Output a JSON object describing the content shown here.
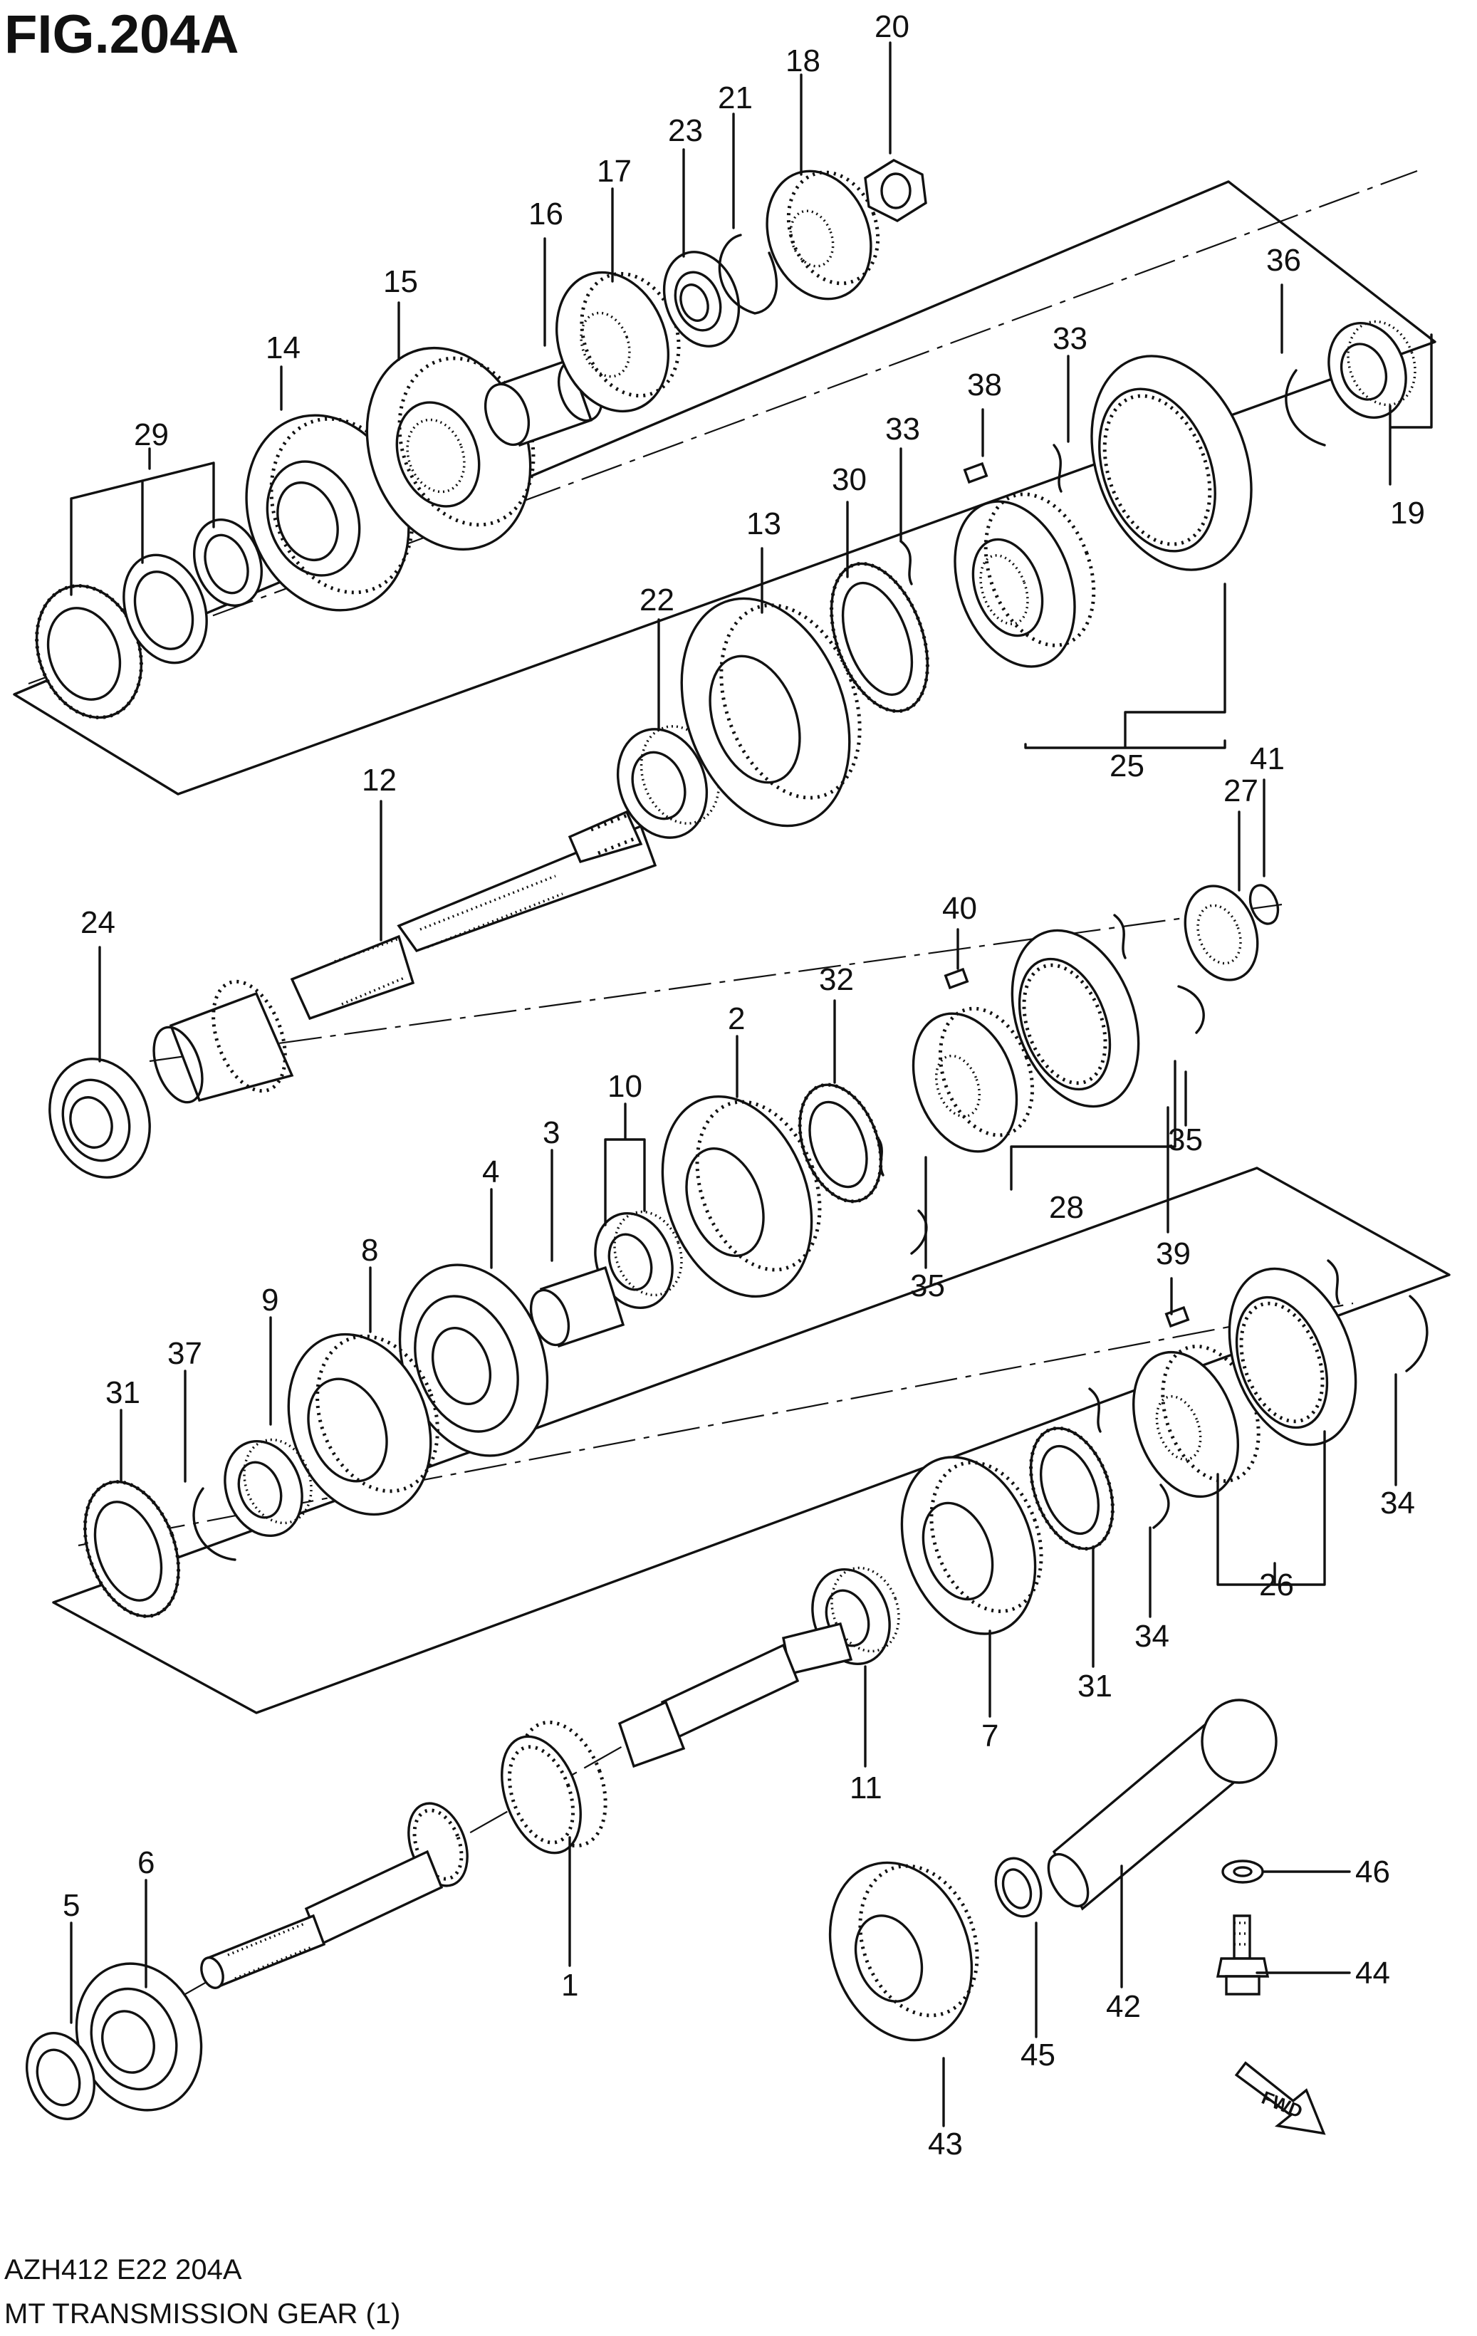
{
  "figure": {
    "title": "FIG.204A",
    "code": "AZH412 E22 204A",
    "caption": "MT TRANSMISSION GEAR (1)",
    "direction_arrow": "FWD"
  },
  "labels": {
    "p1": "1",
    "p2": "2",
    "p3": "3",
    "p4": "4",
    "p5": "5",
    "p6": "6",
    "p7": "7",
    "p8": "8",
    "p9": "9",
    "p10": "10",
    "p11": "11",
    "p12": "12",
    "p13": "13",
    "p14": "14",
    "p15": "15",
    "p16": "16",
    "p17": "17",
    "p18": "18",
    "p19": "19",
    "p20": "20",
    "p21": "21",
    "p22": "22",
    "p23": "23",
    "p24": "24",
    "p25": "25",
    "p26": "26",
    "p27": "27",
    "p28": "28",
    "p29": "29",
    "p30": "30",
    "p31": "31",
    "p31b": "31",
    "p32": "32",
    "p33": "33",
    "p33b": "33",
    "p34": "34",
    "p34b": "34",
    "p35": "35",
    "p35b": "35",
    "p36": "36",
    "p37": "37",
    "p38": "38",
    "p39": "39",
    "p40": "40",
    "p41": "41",
    "p42": "42",
    "p43": "43",
    "p44": "44",
    "p45": "45",
    "p46": "46"
  },
  "colors": {
    "ink": "#111111",
    "paper": "#ffffff"
  }
}
